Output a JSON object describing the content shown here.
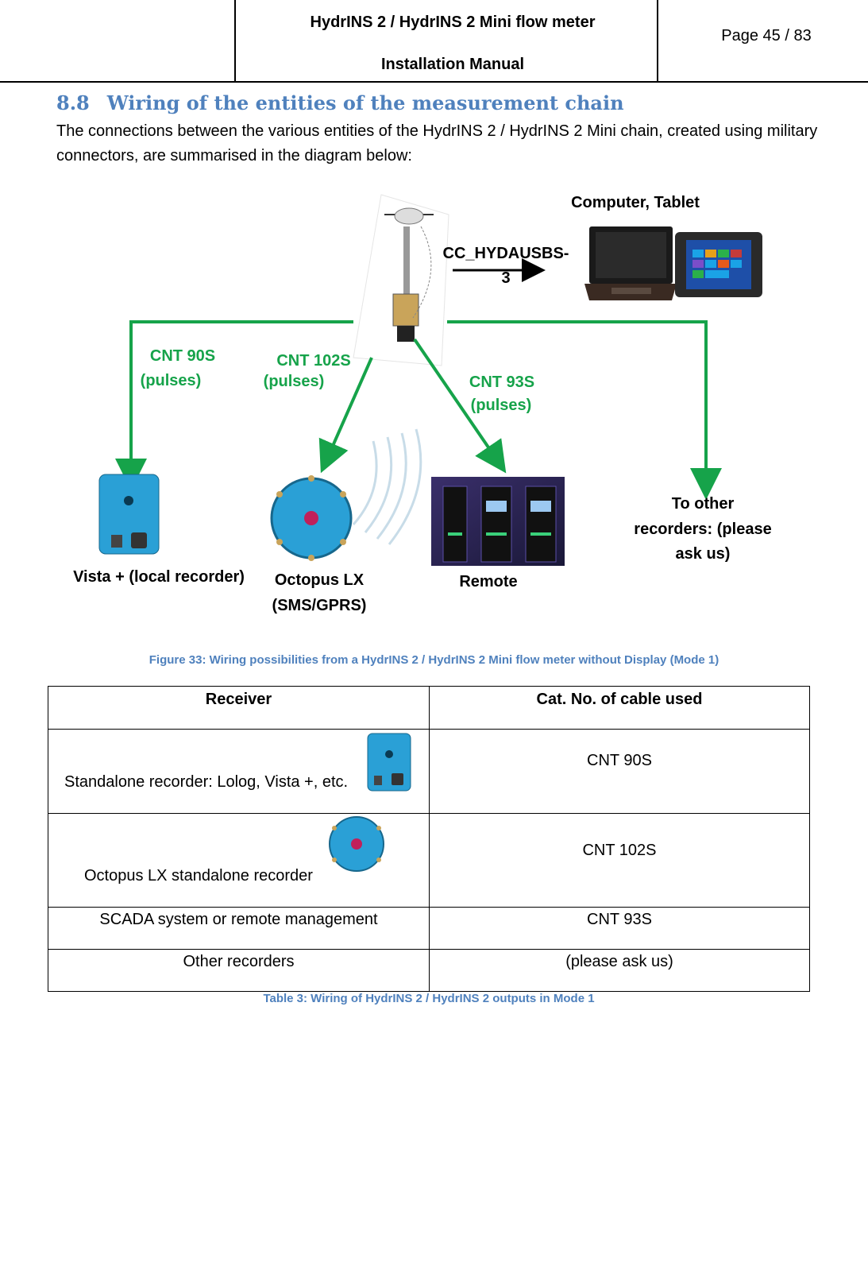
{
  "header": {
    "title_line1": "HydrINS 2 / HydrINS 2 Mini flow meter",
    "title_line2": "Installation Manual",
    "page": "Page 45 / 83"
  },
  "section": {
    "number": "8.8",
    "title": "Wiring of the entities of the measurement chain",
    "intro": "The connections between the various entities of the HydrINS 2 / HydrINS 2 Mini chain, created using military connectors, are summarised in the diagram below:"
  },
  "diagram": {
    "computer_label": "Computer, Tablet",
    "usb_cable": "CC_HYDAUSBS-3",
    "cnt90_name": "CNT 90S",
    "cnt90_type": "(pulses)",
    "cnt102_name": "CNT 102S",
    "cnt102_type": "(pulses)",
    "cnt93_name": "CNT 93S",
    "cnt93_type": "(pulses)",
    "vista_label": "Vista + (local recorder)",
    "octopus_label_1": "Octopus LX",
    "octopus_label_2": "(SMS/GPRS)",
    "remote_label": "Remote",
    "other_1": "To other",
    "other_2": "recorders: (please",
    "other_3": "ask us)",
    "arrow_color": "#16a34a",
    "device_color": "#2aa0d6"
  },
  "figure_caption": "Figure 33: Wiring possibilities from a HydrINS 2 / HydrINS 2 Mini flow meter without Display (Mode 1)",
  "table": {
    "headers": [
      "Receiver",
      "Cat. No. of cable used"
    ],
    "rows": [
      {
        "receiver": "Standalone recorder: Lolog, Vista +, etc.",
        "cable": "CNT 90S"
      },
      {
        "receiver": "Octopus LX standalone recorder",
        "cable": "CNT 102S"
      },
      {
        "receiver": "SCADA system or remote management",
        "cable": "CNT 93S"
      },
      {
        "receiver": "Other recorders",
        "cable": "(please ask us)"
      }
    ],
    "caption": "Table 3: Wiring of HydrINS 2 / HydrINS 2 outputs in Mode 1"
  }
}
